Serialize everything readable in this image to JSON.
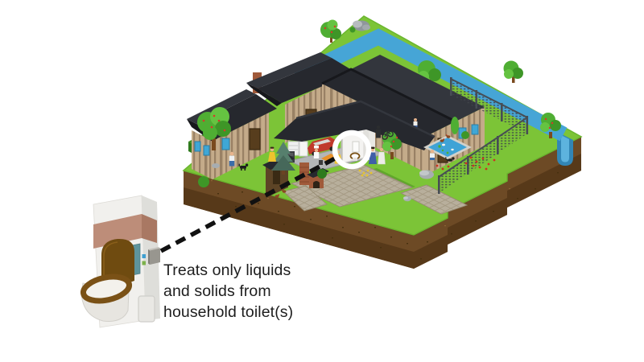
{
  "figure": {
    "kind": "isometric-infographic",
    "subject": "Household toilet treatment unit connected to a homestead scene"
  },
  "annotation": {
    "lines": [
      "Treats only liquids",
      "and solids from",
      "household toilet(s)"
    ],
    "text": "Treats only liquids and solids from household toilet(s)"
  },
  "callout": {
    "style": "dashed-line",
    "from": "toilet-treatment-unit",
    "to": "bathroom-magnifier-ring"
  },
  "scene": {
    "elements": [
      "homestead-island",
      "river",
      "waterfall",
      "wood-cabins",
      "carport-with-red-car",
      "outdoor-kitchen",
      "bathroom-cutaway",
      "toilet",
      "magnifier-ring",
      "dashed-callout-line",
      "garden-pond",
      "mesh-fence",
      "apple-trees",
      "pine-tree",
      "hedge",
      "stone-paths",
      "people",
      "dog",
      "cat",
      "chickens",
      "flowers",
      "rocks",
      "toilet-treatment-unit"
    ]
  },
  "palette": {
    "grass": "#7cc437",
    "grassDark": "#61a72c",
    "grassEdge": "#6bb62f",
    "dirt": "#6d4a25",
    "dirtDark": "#573919",
    "speck": "#46300f",
    "speckLight": "#8a6435",
    "river": "#46a5d6",
    "riverDeep": "#3286b6",
    "riverLight": "#5db3de",
    "roof": "#26282e",
    "roofLight": "#33363d",
    "roofDark": "#17181c",
    "wall": "#c4ab8a",
    "wallStripe": "#6f5840",
    "door": "#573d1d",
    "window": "#3fa7d6",
    "windowFrame": "#2b7ba3",
    "fence": "#474d54",
    "stone": "#b8af9c",
    "stoneLine": "#968b72",
    "hedge": "#2e7a1d",
    "hedgeTop": "#3e8f25",
    "hedgeDark": "#266814",
    "canopy": "#4fae33",
    "canopyLight": "#65c341",
    "canopyDark": "#3e9627",
    "trunk": "#7a4a1e",
    "pine": "#567f6d",
    "pineDark": "#46685a",
    "apple": "#d63a2a",
    "flowerYellow": "#e6c52e",
    "flowerRed": "#cc3322",
    "brick": "#a05a3a",
    "brickLine": "#7c4027",
    "car": "#c0392b",
    "ring": "#ffffff",
    "dash": "#111111",
    "text": "#1d1d1d",
    "lidBrown": "#6f4b10",
    "seatBrown": "#7a5116",
    "porcelain": "#f1f0ed",
    "porcelainSide": "#dededa",
    "porcelainTop": "#fafaf8",
    "band": "#bd8d79",
    "bandSide": "#a97863",
    "teal": "#5e949c",
    "btnBlue": "#3f9fd0",
    "btnGreen": "#7cb14b",
    "grayBox": "#98968f",
    "floor": "#b4b6b7",
    "interiorWhite": "#f4f3f1",
    "tableOrange": "#e8912b",
    "skin": "#e8b48c",
    "jeans": "#3c6ca8",
    "shirtWhite": "#eef0f2",
    "yellowDress": "#eec32e",
    "blueDress": "#3f5fa8",
    "darkFigure": "#2b2d2f",
    "pond": "#3fa3d6",
    "pondRim": "#d2d1cb",
    "wood": "#5d4426",
    "woodDark": "#3a2a14",
    "chicken": "#8a4a22",
    "black": "#1e1e1e"
  }
}
